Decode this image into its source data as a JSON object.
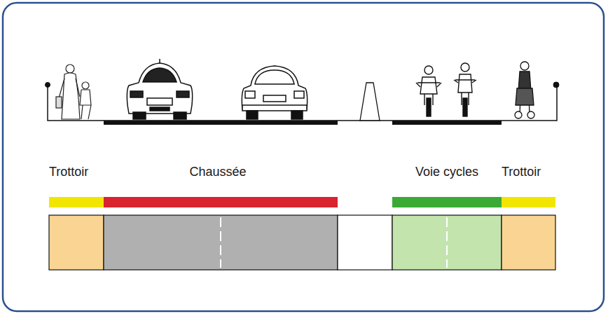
{
  "diagram": {
    "labels": [
      "Trottoir",
      "Chaussée",
      "Voie cycles",
      "Trottoir"
    ]
  }
}
